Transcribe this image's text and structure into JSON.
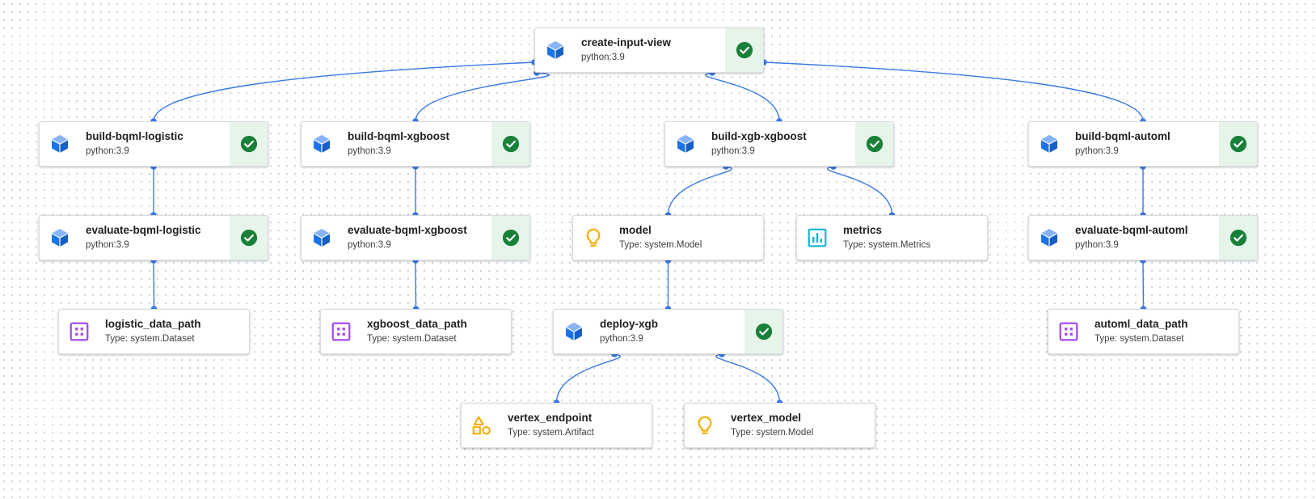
{
  "nodes": [
    {
      "id": "create-input-view",
      "kind": "task",
      "title": "create-input-view",
      "subtitle": "python:3.9",
      "icon": "cube-icon",
      "status": "succeeded"
    },
    {
      "id": "build-bqml-logistic",
      "kind": "task",
      "title": "build-bqml-logistic",
      "subtitle": "python:3.9",
      "icon": "cube-icon",
      "status": "succeeded"
    },
    {
      "id": "build-bqml-xgboost",
      "kind": "task",
      "title": "build-bqml-xgboost",
      "subtitle": "python:3.9",
      "icon": "cube-icon",
      "status": "succeeded"
    },
    {
      "id": "build-xgb-xgboost",
      "kind": "task",
      "title": "build-xgb-xgboost",
      "subtitle": "python:3.9",
      "icon": "cube-icon",
      "status": "succeeded"
    },
    {
      "id": "build-bqml-automl",
      "kind": "task",
      "title": "build-bqml-automl",
      "subtitle": "python:3.9",
      "icon": "cube-icon",
      "status": "succeeded"
    },
    {
      "id": "evaluate-bqml-logistic",
      "kind": "task",
      "title": "evaluate-bqml-logistic",
      "subtitle": "python:3.9",
      "icon": "cube-icon",
      "status": "succeeded"
    },
    {
      "id": "evaluate-bqml-xgboost",
      "kind": "task",
      "title": "evaluate-bqml-xgboost",
      "subtitle": "python:3.9",
      "icon": "cube-icon",
      "status": "succeeded"
    },
    {
      "id": "model",
      "kind": "artifact",
      "title": "model",
      "subtitle": "Type: system.Model",
      "icon": "lightbulb-icon"
    },
    {
      "id": "metrics",
      "kind": "artifact",
      "title": "metrics",
      "subtitle": "Type: system.Metrics",
      "icon": "bar-chart-icon"
    },
    {
      "id": "evaluate-bqml-automl",
      "kind": "task",
      "title": "evaluate-bqml-automl",
      "subtitle": "python:3.9",
      "icon": "cube-icon",
      "status": "succeeded"
    },
    {
      "id": "logistic_data_path",
      "kind": "artifact",
      "title": "logistic_data_path",
      "subtitle": "Type: system.Dataset",
      "icon": "dataset-grid-icon"
    },
    {
      "id": "xgboost_data_path",
      "kind": "artifact",
      "title": "xgboost_data_path",
      "subtitle": "Type: system.Dataset",
      "icon": "dataset-grid-icon"
    },
    {
      "id": "deploy-xgb",
      "kind": "task",
      "title": "deploy-xgb",
      "subtitle": "python:3.9",
      "icon": "cube-icon",
      "status": "succeeded"
    },
    {
      "id": "automl_data_path",
      "kind": "artifact",
      "title": "automl_data_path",
      "subtitle": "Type: system.Dataset",
      "icon": "dataset-grid-icon"
    },
    {
      "id": "vertex_endpoint",
      "kind": "artifact",
      "title": "vertex_endpoint",
      "subtitle": "Type: system.Artifact",
      "icon": "shapes-icon"
    },
    {
      "id": "vertex_model",
      "kind": "artifact",
      "title": "vertex_model",
      "subtitle": "Type: system.Model",
      "icon": "lightbulb-icon"
    }
  ],
  "edges": [
    {
      "from": "create-input-view",
      "to": "build-bqml-logistic"
    },
    {
      "from": "create-input-view",
      "to": "build-bqml-xgboost"
    },
    {
      "from": "create-input-view",
      "to": "build-xgb-xgboost"
    },
    {
      "from": "create-input-view",
      "to": "build-bqml-automl"
    },
    {
      "from": "build-bqml-logistic",
      "to": "evaluate-bqml-logistic"
    },
    {
      "from": "build-bqml-xgboost",
      "to": "evaluate-bqml-xgboost"
    },
    {
      "from": "build-xgb-xgboost",
      "to": "model"
    },
    {
      "from": "build-xgb-xgboost",
      "to": "metrics"
    },
    {
      "from": "build-bqml-automl",
      "to": "evaluate-bqml-automl"
    },
    {
      "from": "evaluate-bqml-logistic",
      "to": "logistic_data_path"
    },
    {
      "from": "evaluate-bqml-xgboost",
      "to": "xgboost_data_path"
    },
    {
      "from": "model",
      "to": "deploy-xgb"
    },
    {
      "from": "evaluate-bqml-automl",
      "to": "automl_data_path"
    },
    {
      "from": "deploy-xgb",
      "to": "vertex_endpoint"
    },
    {
      "from": "deploy-xgb",
      "to": "vertex_model"
    }
  ],
  "colors": {
    "edge": "#3b78e7",
    "cube": "#1a73e8",
    "success_bg": "#e6f4ea",
    "success": "#188038",
    "artifact_yellow": "#f9ab00",
    "dataset_purple": "#a142f4",
    "metrics_cyan": "#12b5cb"
  }
}
